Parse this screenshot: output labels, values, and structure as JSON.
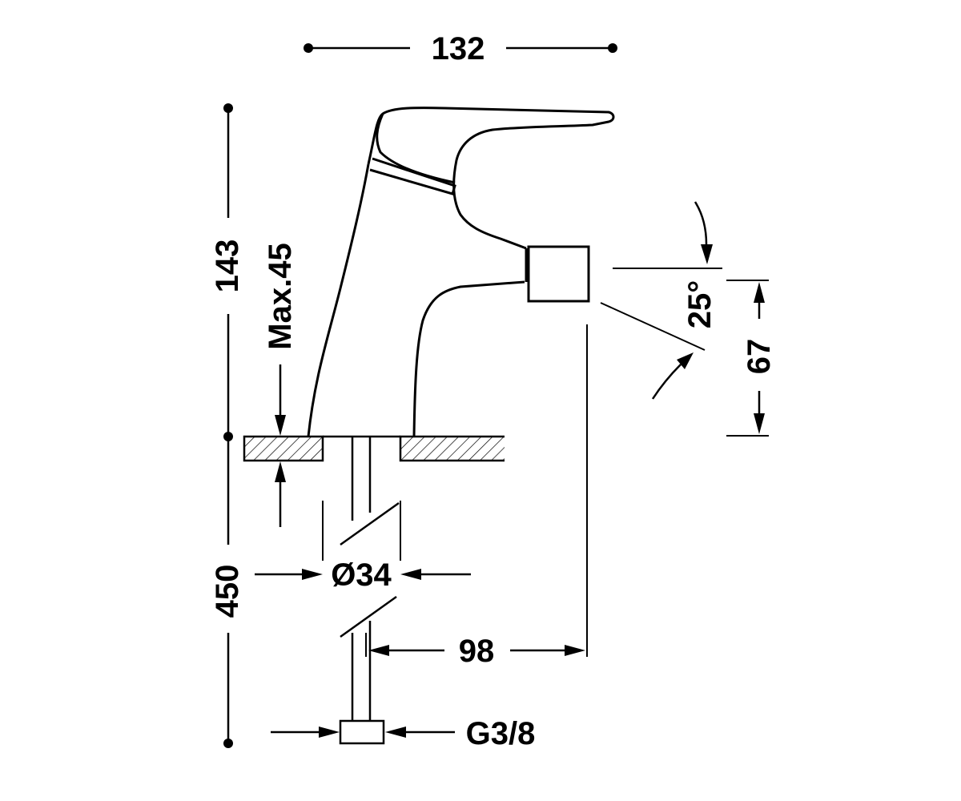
{
  "dimensions": {
    "width_top": "132",
    "height_total": "143",
    "max_deck": "Max.45",
    "supply_length": "450",
    "shank_diameter": "Ø34",
    "spout_reach": "98",
    "spray_angle": "25°",
    "spout_height": "67",
    "connection_thread": "G3/8"
  },
  "colors": {
    "line": "#000000",
    "background": "#ffffff"
  }
}
